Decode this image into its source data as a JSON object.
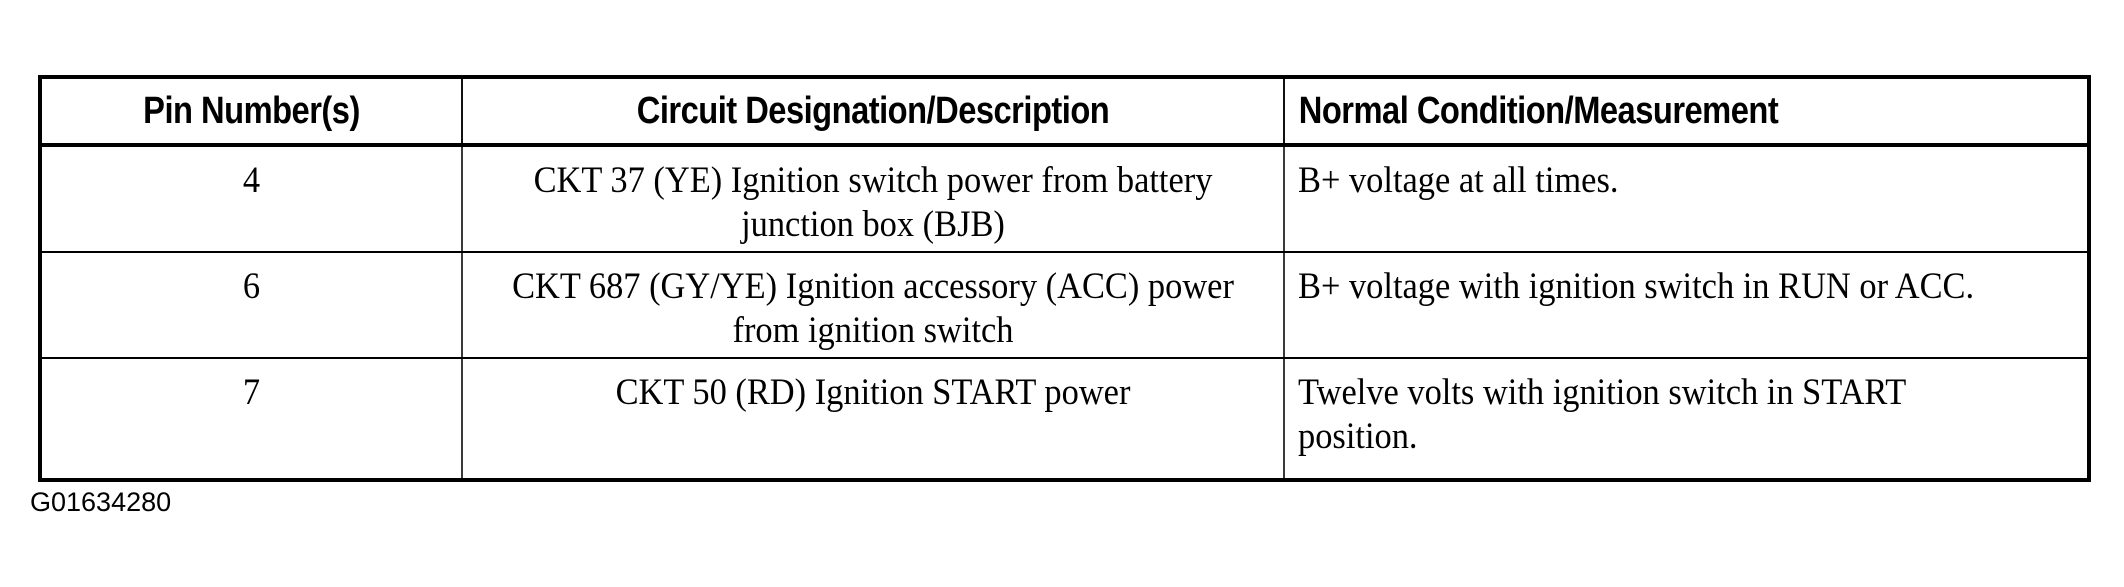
{
  "document": {
    "type": "wiring-diagram-pin-table",
    "caption": "G01634280"
  },
  "table": {
    "headers": {
      "pin": "Pin Number(s)",
      "description": "Circuit Designation/Description",
      "measurement": "Normal Condition/Measurement"
    },
    "rows": [
      {
        "pin": "4",
        "description": "CKT 37 (YE) Ignition switch power from battery junction box (BJB)",
        "measurement": "B+ voltage at all times."
      },
      {
        "pin": "6",
        "description": "CKT 687 (GY/YE) Ignition accessory (ACC) power from ignition switch",
        "measurement": "B+ voltage with ignition switch in RUN or ACC."
      },
      {
        "pin": "7",
        "description": "CKT 50 (RD) Ignition START power",
        "measurement": "Twelve volts with ignition switch in START position."
      }
    ]
  },
  "colors": {
    "ink": "#000000",
    "paper": "#ffffff",
    "interior_rule": "#3a3a3a"
  }
}
